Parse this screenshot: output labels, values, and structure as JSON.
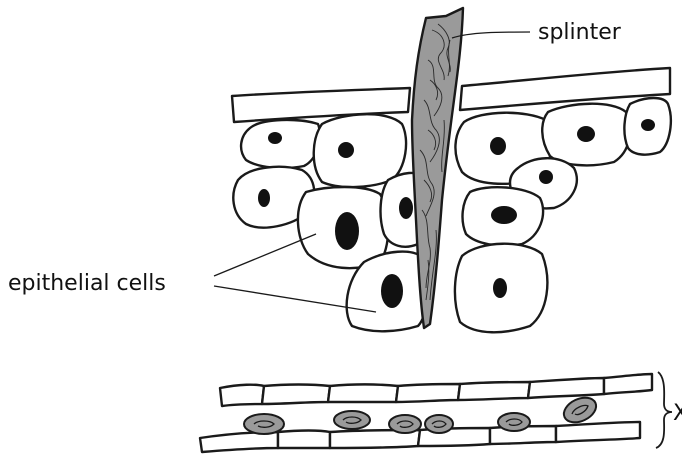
{
  "labels": {
    "splinter": "splinter",
    "epithelial_cells": "epithelial cells",
    "vessel": "X"
  },
  "colors": {
    "splinter_fill": "#9a9a9a",
    "red_cell_fill": "#9a9a9a",
    "line": "#1a1a1a",
    "background": "#ffffff"
  }
}
